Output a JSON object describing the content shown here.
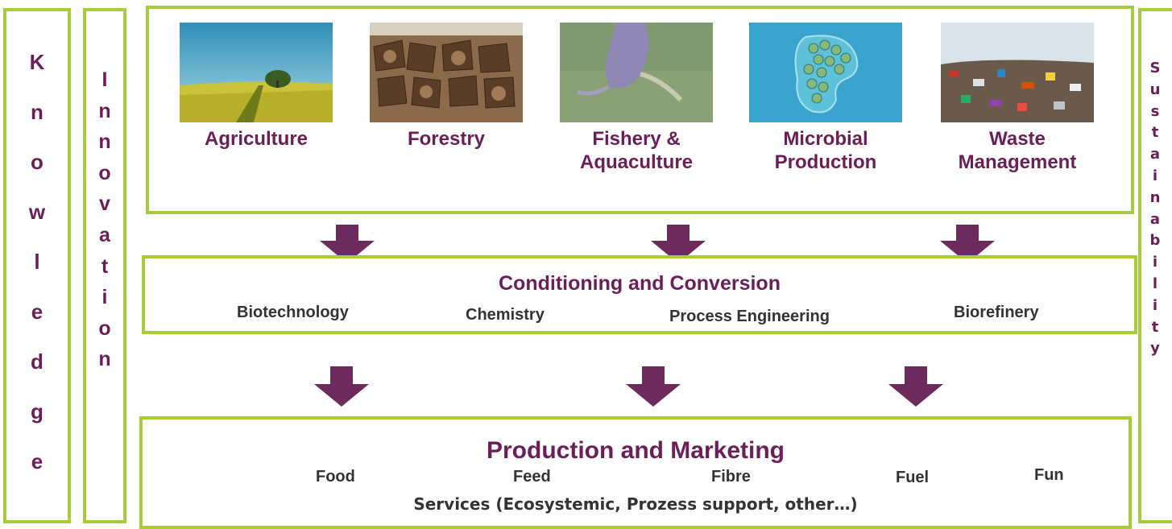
{
  "knowledge": {
    "letters": [
      "K",
      "n",
      "o",
      "w",
      "l",
      "e",
      "d",
      "g",
      "e"
    ]
  },
  "innovation": {
    "letters": [
      "I",
      "n",
      "n",
      "o",
      "v",
      "a",
      "t",
      "i",
      "o",
      "n"
    ]
  },
  "sustainability": {
    "letters": [
      "S",
      "u",
      "s",
      "t",
      "a",
      "i",
      "n",
      "a",
      "b",
      "i",
      "l",
      "i",
      "t",
      "y"
    ]
  },
  "sources": [
    {
      "label_line1": "Agriculture",
      "label_line2": ""
    },
    {
      "label_line1": "Forestry",
      "label_line2": ""
    },
    {
      "label_line1": "Fishery &",
      "label_line2": "Aquaculture"
    },
    {
      "label_line1": "Microbial",
      "label_line2": "Production"
    },
    {
      "label_line1": "Waste",
      "label_line2": "Management"
    }
  ],
  "conditioning": {
    "title": "Conditioning and Conversion",
    "items": [
      "Biotechnology",
      "Chemistry",
      "Process Engineering",
      "Biorefinery"
    ]
  },
  "production": {
    "title": "Production and Marketing",
    "items": [
      "Food",
      "Feed",
      "Fibre",
      "Fuel",
      "Fun"
    ],
    "services": "Services (Ecosystemic, Prozess support, other…)"
  },
  "colors": {
    "accent_green": "#a8cd3c",
    "purple": "#6b1e57",
    "arrow": "#6d2a5c"
  }
}
